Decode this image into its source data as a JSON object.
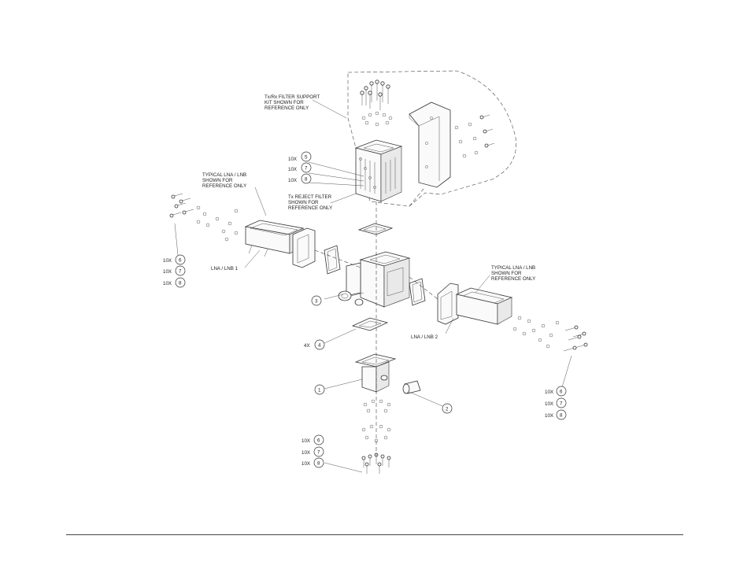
{
  "diagram": {
    "notes": {
      "filter_support": [
        "Tx/Rx FILTER SUPPORT",
        "KIT SHOWN FOR",
        "REFERENCE ONLY"
      ],
      "reject_filter": [
        "Tx REJECT FILTER",
        "SHOWN FOR",
        "REFERENCE ONLY"
      ],
      "lna_left": [
        "TYPICAL LNA / LNB",
        "SHOWN FOR",
        "REFERENCE ONLY"
      ],
      "lna_right": [
        "TYPICAL LNA / LNB",
        "SHOWN FOR",
        "REFERENCE ONLY"
      ],
      "lna1_label": "LNA / LNB 1",
      "lna2_label": "LNA / LNB 2"
    },
    "qty": {
      "ten": "10X",
      "four": "4X"
    },
    "balloons": {
      "b1": "1",
      "b2": "2",
      "b3": "3",
      "b4": "4",
      "b5": "5",
      "b6": "6",
      "b7": "7",
      "b8": "8"
    }
  }
}
